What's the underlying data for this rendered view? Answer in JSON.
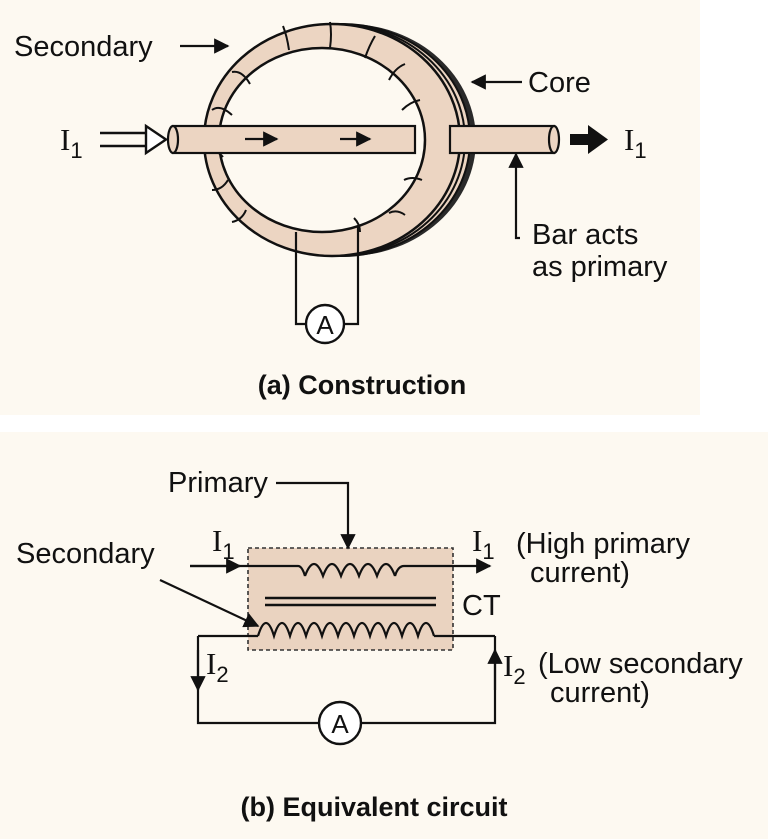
{
  "top": {
    "secondary_label": "Secondary",
    "core_label": "Core",
    "bar_label_line1": "Bar acts",
    "bar_label_line2": "as primary",
    "current_in_symbol": "I",
    "current_in_subscript": "1",
    "current_out_symbol": "I",
    "current_out_subscript": "1",
    "ammeter_label": "A",
    "caption": "(a) Construction"
  },
  "bottom": {
    "primary_label": "Primary",
    "secondary_label": "Secondary",
    "i1_in_symbol": "I",
    "i1_in_subscript": "1",
    "i1_out_symbol": "I",
    "i1_out_subscript": "1",
    "i1_out_desc_line1": "(High primary",
    "i1_out_desc_line2": "current)",
    "ct_label": "CT",
    "i2_left_symbol": "I",
    "i2_left_subscript": "2",
    "i2_right_symbol": "I",
    "i2_right_subscript": "2",
    "i2_right_desc_line1": "(Low secondary",
    "i2_right_desc_line2": "current)",
    "ammeter_label": "A",
    "caption": "(b) Equivalent circuit"
  },
  "colors": {
    "panel_bg": "#fdf9f1",
    "core_fill": "#ecd5c2",
    "ct_box_fill": "#ead3c0",
    "ink": "#111111"
  }
}
